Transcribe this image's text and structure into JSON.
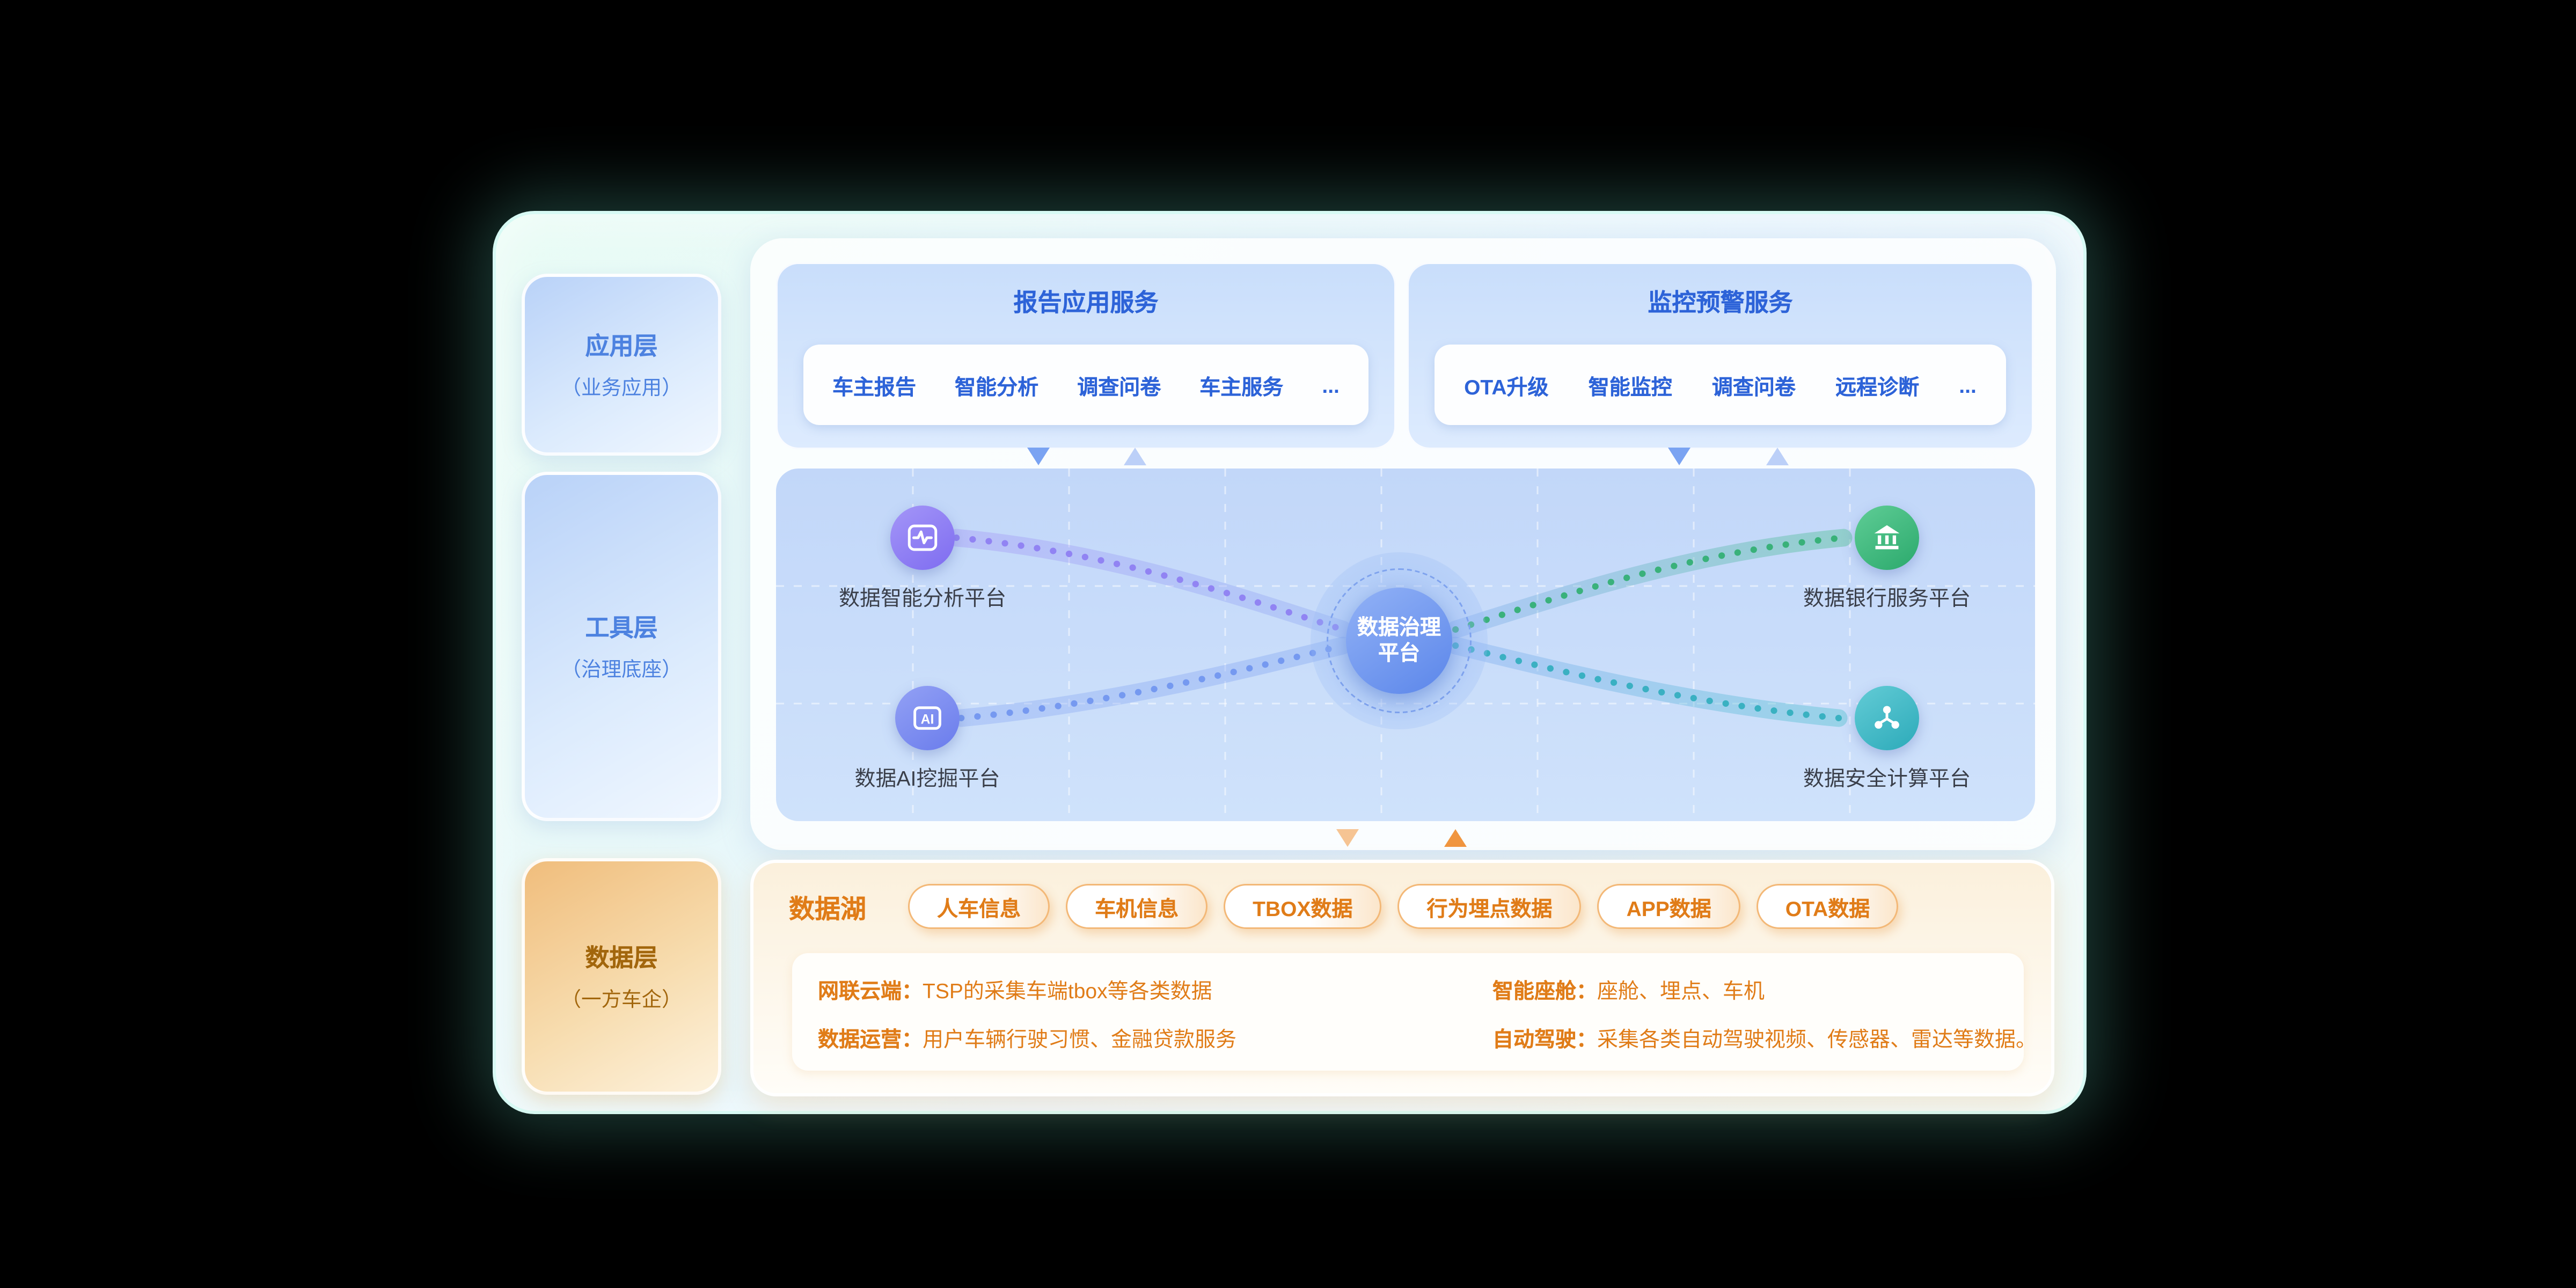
{
  "layers": [
    {
      "title": "应用层",
      "subtitle": "（业务应用）"
    },
    {
      "title": "工具层",
      "subtitle": "（治理底座）"
    },
    {
      "title": "数据层",
      "subtitle": "（一方车企）"
    }
  ],
  "services": {
    "report": {
      "title": "报告应用服务",
      "items": [
        "车主报告",
        "智能分析",
        "调查问卷",
        "车主服务",
        "..."
      ]
    },
    "monitor": {
      "title": "监控预警服务",
      "items": [
        "OTA升级",
        "智能监控",
        "调查问卷",
        "远程诊断",
        "..."
      ]
    }
  },
  "flow": {
    "center": {
      "line1": "数据治理",
      "line2": "平台"
    },
    "nodes": [
      {
        "label": "数据智能分析平台",
        "icon": "chart-pulse-icon",
        "color": "#8f7ef5"
      },
      {
        "label": "数据AI挖掘平台",
        "icon": "ai-icon",
        "color": "#7b8bf0"
      },
      {
        "label": "数据银行服务平台",
        "icon": "bank-icon",
        "color": "#35b97b"
      },
      {
        "label": "数据安全计算平台",
        "icon": "share-network-icon",
        "color": "#38b9c6"
      }
    ]
  },
  "datalake": {
    "title": "数据湖",
    "tags": [
      "人车信息",
      "车机信息",
      "TBOX数据",
      "行为埋点数据",
      "APP数据",
      "OTA数据"
    ],
    "details": [
      {
        "label": "网联云端：",
        "text": "TSP的采集车端tbox等各类数据"
      },
      {
        "label": "数据运营：",
        "text": "用户车辆行驶习惯、金融贷款服务"
      },
      {
        "label": "智能座舱：",
        "text": "座舱、埋点、车机"
      },
      {
        "label": "自动驾驶：",
        "text": "采集各类自动驾驶视频、传感器、雷达等数据。"
      }
    ]
  },
  "colors": {
    "accent_blue": "#2d63d8",
    "accent_orange": "#e07c18",
    "node_purple": "#8f7ef5",
    "node_blue": "#7b8bf0",
    "node_green": "#35b97b",
    "node_teal": "#38b9c6",
    "hub_blue": "#5b86ea"
  }
}
